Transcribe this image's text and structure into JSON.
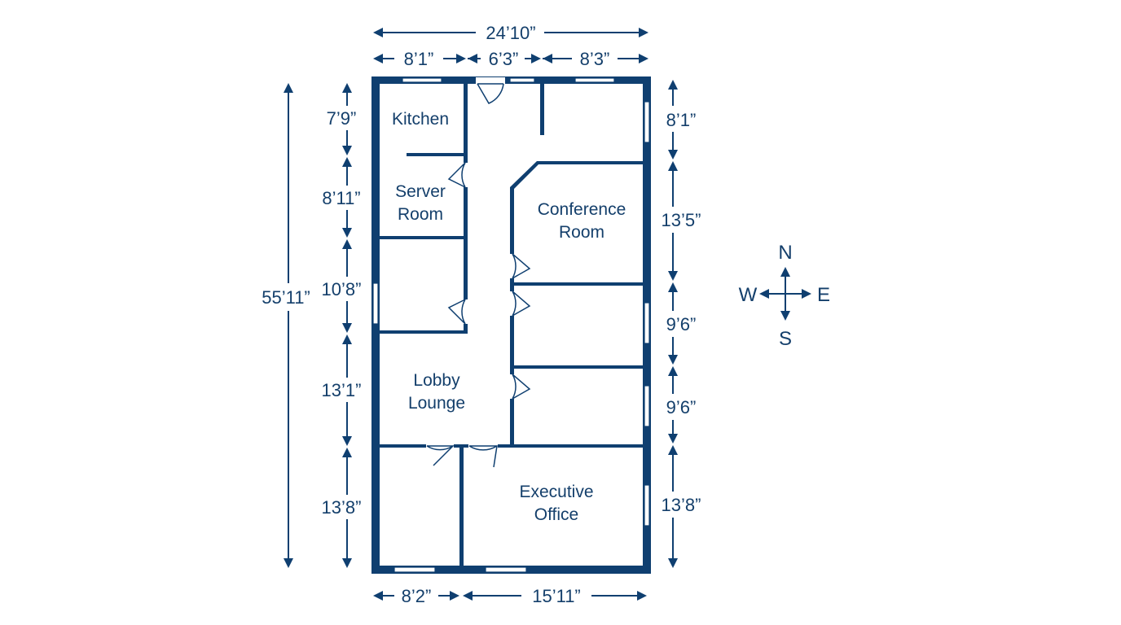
{
  "colors": {
    "line": "#0f3f70",
    "background": "#ffffff"
  },
  "rooms": {
    "kitchen": "Kitchen",
    "server_line1": "Server",
    "server_line2": "Room",
    "conference_line1": "Conference",
    "conference_line2": "Room",
    "lobby_line1": "Lobby",
    "lobby_line2": "Lounge",
    "executive_line1": "Executive",
    "executive_line2": "Office"
  },
  "dimensions": {
    "total_width": "24’10”",
    "top_left": "8’1”",
    "top_middle": "6’3”",
    "top_right": "8’3”",
    "total_height": "55’11”",
    "left": [
      "7’9”",
      "8’11”",
      "10’8”",
      "13’1”",
      "13’8”"
    ],
    "right": [
      "8’1”",
      "13’5”",
      "9’6”",
      "9’6”",
      "13’8”"
    ],
    "bottom_left": "8’2”",
    "bottom_right": "15’11”"
  },
  "compass": {
    "north": "N",
    "south": "S",
    "east": "E",
    "west": "W"
  }
}
